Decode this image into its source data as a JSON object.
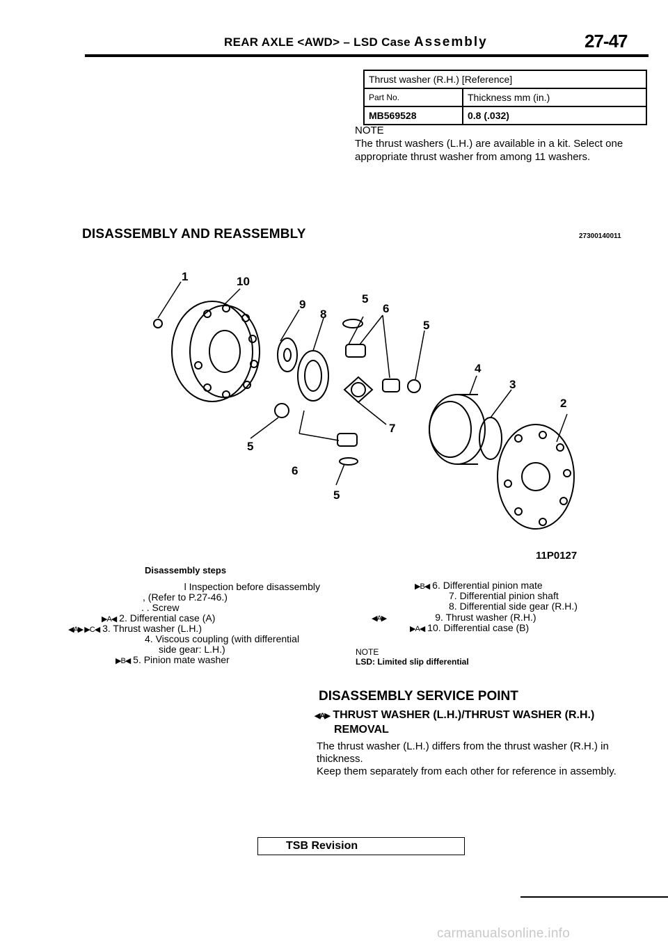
{
  "header": {
    "title_prefix": "REAR AXLE <AWD> – LSD Case",
    "title_suffix": "Assembly",
    "page_number": "27-47"
  },
  "thrust_table": {
    "caption": "Thrust washer (R.H.) [Reference]",
    "col1_header": "Part No.",
    "col2_header": "Thickness mm (in.)",
    "part_no": "MB569528",
    "thickness": "0.8 (.032)"
  },
  "note1": {
    "label": "NOTE",
    "text": "The thrust washers (L.H.) are available in a kit. Select one appropriate thrust washer from among 11 washers."
  },
  "section1": {
    "title": "DISASSEMBLY AND REASSEMBLY",
    "code": "27300140011"
  },
  "figure": {
    "code": "11P0127",
    "callouts": [
      "1",
      "10",
      "9",
      "8",
      "5",
      "6",
      "5",
      "4",
      "3",
      "2",
      "7",
      "5",
      "6",
      "5"
    ]
  },
  "steps": {
    "heading": "Disassembly steps",
    "left": [
      {
        "marker": "",
        "text": "l  Inspection before disassembly"
      },
      {
        "marker": "",
        "text": ", (Refer to P.27-46.)"
      },
      {
        "marker": "",
        "text": ". . Screw"
      },
      {
        "marker": "▶A◀",
        "text": "2. Differential case (A)"
      },
      {
        "marker": "◀A▶ ▶C◀",
        "text": "3. Thrust washer (L.H.)"
      },
      {
        "marker": "",
        "text": "4. Viscous coupling (with differential"
      },
      {
        "marker": "",
        "text": "side gear: L.H.)"
      },
      {
        "marker": "▶B◀",
        "text": "5. Pinion mate washer"
      }
    ],
    "right": [
      {
        "marker": "▶B◀",
        "text": "6. Differential pinion mate"
      },
      {
        "marker": "",
        "text": "7. Differential pinion shaft"
      },
      {
        "marker": "",
        "text": "8. Differential side gear (R.H.)"
      },
      {
        "marker": "◀A▶",
        "text": "9. Thrust washer (R.H.)"
      },
      {
        "marker": "▶A◀",
        "text": "10. Differential case (B)"
      }
    ]
  },
  "note2": {
    "label": "NOTE",
    "text": "LSD: Limited slip differential"
  },
  "section2": {
    "title": "DISASSEMBLY SERVICE POINT",
    "sub_marker": "◀A▶",
    "sub_title_line1": "THRUST WASHER (L.H.)/THRUST WASHER (R.H.)",
    "sub_title_line2": "REMOVAL",
    "body1": "The thrust washer (L.H.) differs from the thrust washer (R.H.) in thickness.",
    "body2": "Keep them separately from each other for reference in assembly."
  },
  "footer": {
    "tsb": "TSB Revision",
    "watermark": "carmanualsonline.info"
  }
}
